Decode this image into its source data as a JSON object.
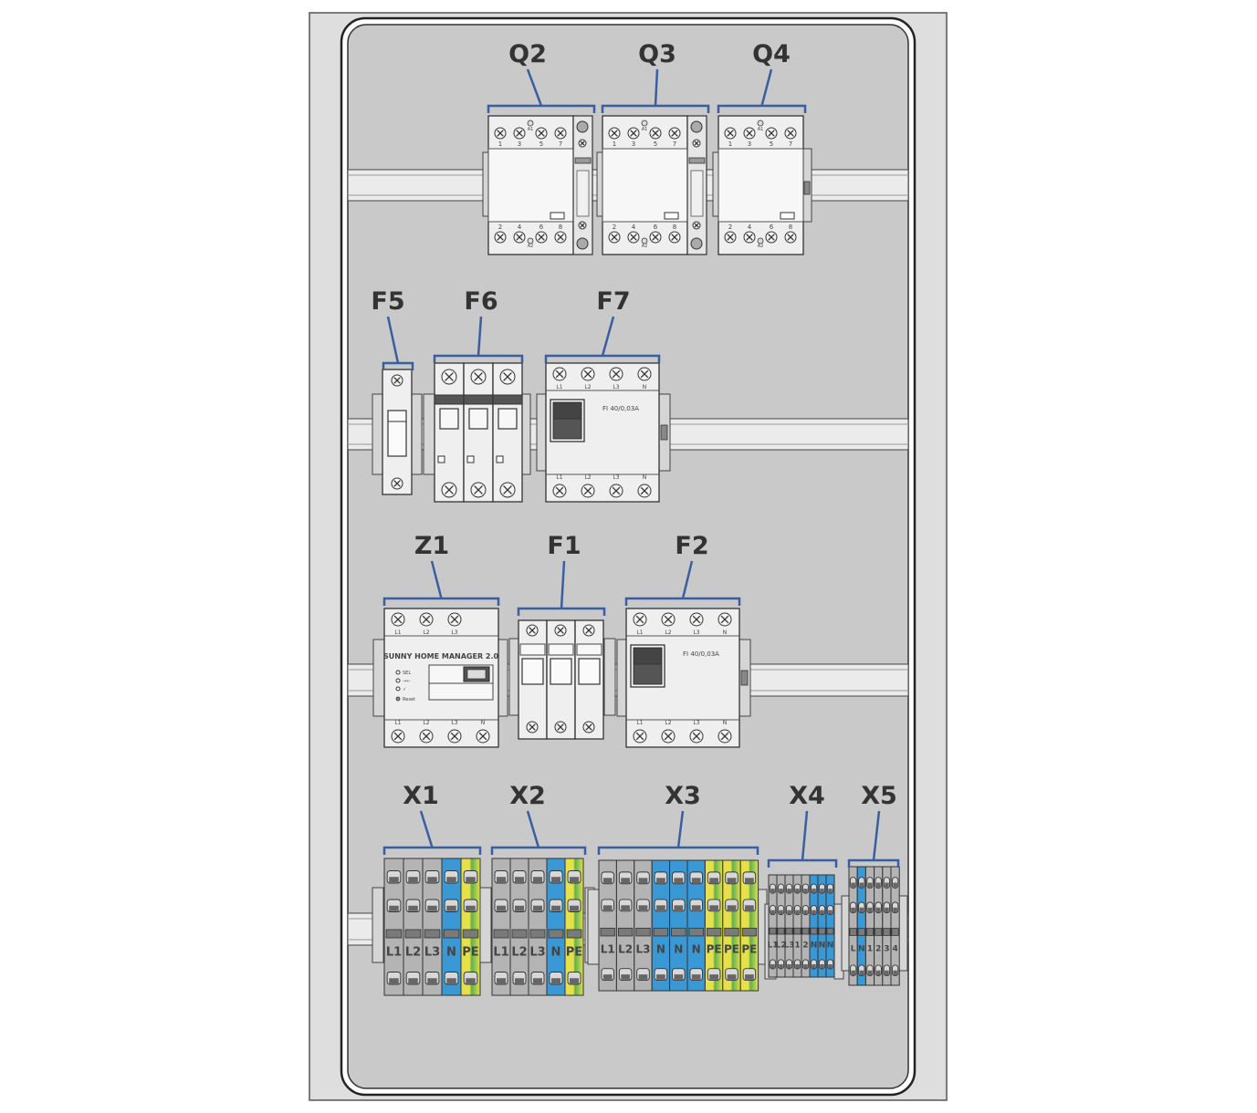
{
  "labels": {
    "Q2": "Q2",
    "Q3": "Q3",
    "Q4": "Q4",
    "F5": "F5",
    "F6": "F6",
    "F7": "F7",
    "Z1": "Z1",
    "F1": "F1",
    "F2": "F2",
    "X1": "X1",
    "X2": "X2",
    "X3": "X3",
    "X4": "X4",
    "X5": "X5"
  },
  "contactor_terms_top": [
    "1",
    "3",
    "A1",
    "5",
    "7"
  ],
  "contactor_terms_bottom": [
    "2",
    "4",
    "A2",
    "6",
    "8"
  ],
  "rcd": {
    "text": "FI 40/0,03A",
    "terms": [
      "L1",
      "L2",
      "L3",
      "N"
    ]
  },
  "z1": {
    "title": "SUNNY HOME MANAGER 2.0",
    "top_terms": [
      "L1",
      "L2",
      "L3"
    ],
    "bottom_terms": [
      "L1",
      "L2",
      "L3",
      "N"
    ],
    "status_marks": [
      "SEL",
      "→←",
      "✓"
    ],
    "reset": "Reset"
  },
  "terminal_blocks": {
    "X1": [
      "L1",
      "L2",
      "L3",
      "N",
      "PE"
    ],
    "X2": [
      "L1",
      "L2",
      "L3",
      "N",
      "PE"
    ],
    "X3": [
      "L1",
      "L2",
      "L3",
      "N",
      "N",
      "N",
      "PE",
      "PE",
      "PE"
    ],
    "X4": [
      "L1",
      "L2",
      "L3",
      "1",
      "2",
      "N",
      "N",
      "N"
    ],
    "X5": [
      "L",
      "N",
      "1",
      "2",
      "3",
      "4"
    ]
  },
  "colors": {
    "panel": "#c8c8c8",
    "frame": "#d9d9d9",
    "device": "#ececec",
    "outline": "#333333",
    "bracket": "#3a5fa0",
    "neutral": "#3a98d4",
    "earth_yellow": "#e6e04a",
    "earth_green": "#5fb14e",
    "grey_terminal": "#b4b4b4"
  },
  "icons": {
    "screw": "screw-terminal-icon",
    "ethernet": "ethernet-port-icon"
  }
}
